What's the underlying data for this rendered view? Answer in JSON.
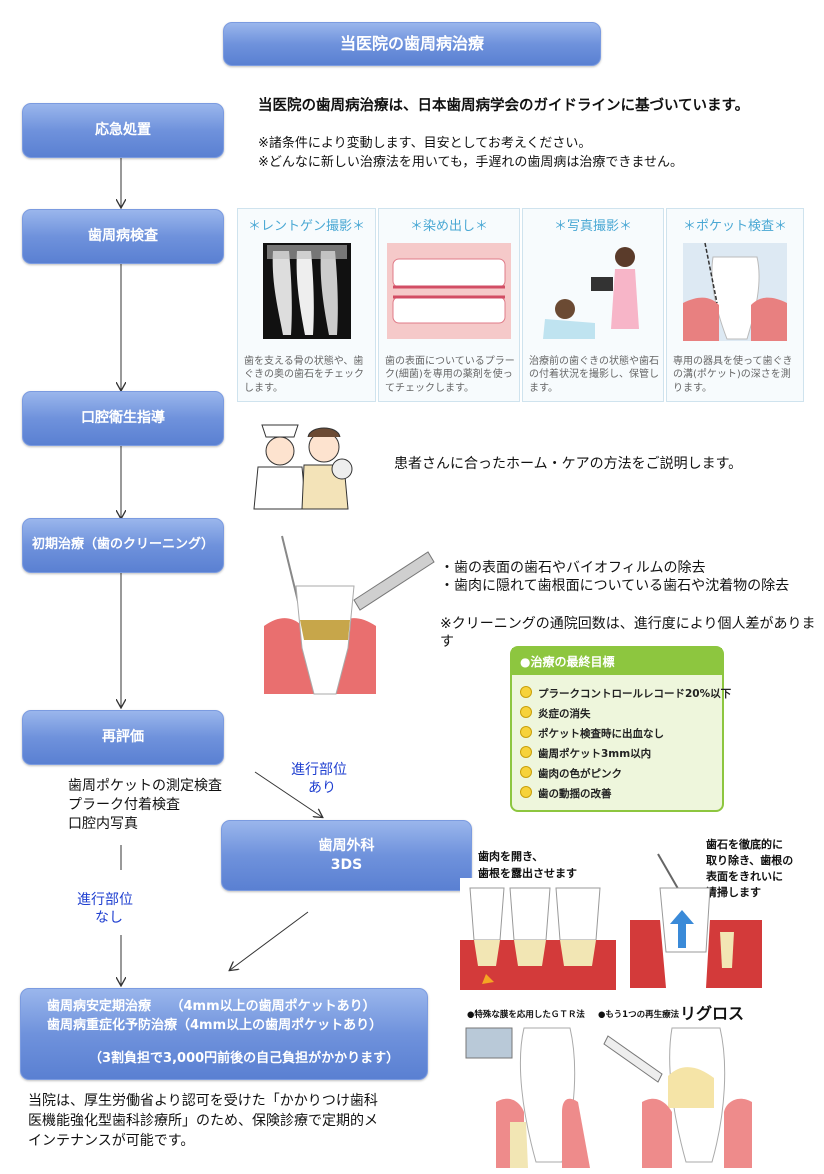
{
  "title": "当医院の歯周病治療",
  "intro": {
    "headline": "当医院の歯周病治療は、日本歯周病学会のガイドラインに基づいています。",
    "note1": "※諸条件により変動します、目安としてお考えください。",
    "note2": "※どんなに新しい治療法を用いても，手遅れの歯周病は治療できません。"
  },
  "steps": {
    "emergency": "応急処置",
    "exam": "歯周病検査",
    "guidance": "口腔衛生指導",
    "initial": "初期治療（歯のクリーニング）",
    "reeval": "再評価",
    "surgery_line1": "歯周外科",
    "surgery_line2": "3DS",
    "maint_line1": "歯周病安定期治療　　（4mm以上の歯周ポケットあり）",
    "maint_line2": "歯周病重症化予防治療（4mm以上の歯周ポケットあり）",
    "maint_cost": "（3割負担で3,000円前後の自己負担がかかります）"
  },
  "exam_panels": [
    {
      "title": "＊レントゲン撮影＊",
      "caption": "歯を支える骨の状態や、歯ぐきの奥の歯石をチェックします。"
    },
    {
      "title": "＊染め出し＊",
      "caption": "歯の表面についているプラーク(細菌)を専用の薬剤を使ってチェックします。"
    },
    {
      "title": "＊写真撮影＊",
      "caption": "治療前の歯ぐきの状態や歯石の付着状況を撮影し、保管します。"
    },
    {
      "title": "＊ポケット検査＊",
      "caption": "専用の器具を使って歯ぐきの溝(ポケット)の深さを測ります。"
    }
  ],
  "guidance_text": "患者さんに合ったホーム・ケアの方法をご説明します。",
  "initial_items": [
    "・歯の表面の歯石やバイオフィルムの除去",
    "・歯肉に隠れて歯根面についている歯石や沈着物の除去"
  ],
  "initial_note_line1": "※クリーニングの通院回数は、進行度により個人差がありま",
  "initial_note_line2": "す",
  "goals": {
    "header": "●治療の最終目標",
    "items": [
      "プラークコントロールレコード20%以下",
      "炎症の消失",
      "ポケット検査時に出血なし",
      "歯周ポケット3mm以内",
      "歯肉の色がピンク",
      "歯の動揺の改善"
    ]
  },
  "reeval_items": [
    "歯周ポケットの測定検査",
    "プラーク付着検査",
    "口腔内写真"
  ],
  "branch_yes": {
    "line1": "進行部位",
    "line2": "あり"
  },
  "branch_no": {
    "line1": "進行部位",
    "line2": "なし"
  },
  "surgery_notes": {
    "left_line1": "歯肉を開き、",
    "left_line2": "歯根を露出させます",
    "right_line1": "歯石を徹底的に",
    "right_line2": "取り除き、歯根の",
    "right_line3": "表面をきれいに",
    "right_line4": "清掃します"
  },
  "regen": {
    "gtr_label": "●特殊な膜を応用したＧＴＲ法",
    "other_label": "●もう1つの再生療法",
    "regros": "リグロス"
  },
  "footer_text": {
    "line1": "当院は、厚生労働省より認可を受けた「かかりつけ歯科",
    "line2": "医機能強化型歯科診療所」のため、保険診療で定期的メ",
    "line3": "インテナンスが可能です。"
  },
  "colors": {
    "box_blue": "#6f92dc",
    "branch_text": "#1f3fd0",
    "goal_green": "#8dc63f",
    "panel_title": "#4aa8d4"
  }
}
